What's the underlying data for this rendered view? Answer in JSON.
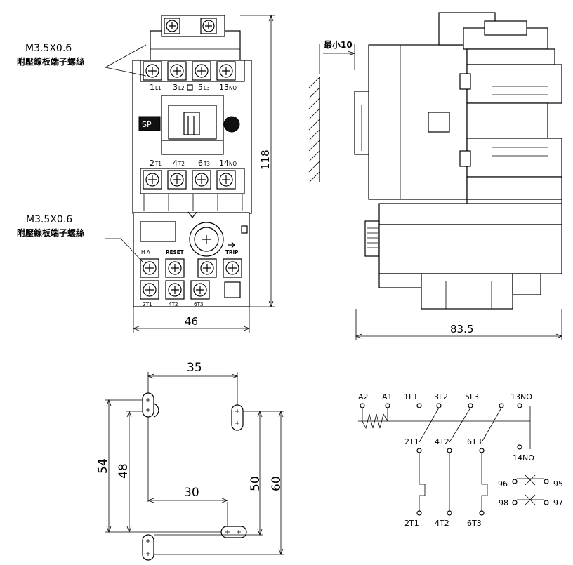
{
  "front_view": {
    "callout_top": {
      "spec": "M3.5X0.6",
      "desc": "附壓線板端子螺絲"
    },
    "callout_bottom": {
      "spec": "M3.5X0.6",
      "desc": "附壓線板端子螺絲"
    },
    "top_terminals": [
      "1",
      "3",
      "5",
      "13"
    ],
    "top_terminal_subs": [
      "L1",
      "L2",
      "L3",
      "NO"
    ],
    "bottom_terminals": [
      "2",
      "4",
      "6",
      "14"
    ],
    "bottom_terminal_subs": [
      "T1",
      "T2",
      "T3",
      "NO"
    ],
    "relay_labels": {
      "ha": "H A",
      "reset": "RESET",
      "trip": "TRIP"
    },
    "relay_terminals": [
      "2T1",
      "4T2",
      "6T3"
    ],
    "badge": "SP",
    "height_dim": "118",
    "width_dim": "46"
  },
  "side_view": {
    "min_clearance": "最小10",
    "depth_dim": "83.5"
  },
  "mounting": {
    "dims": {
      "top_width": "35",
      "inner_width": "30",
      "h54": "54",
      "h48": "48",
      "h50": "50",
      "h60": "60"
    }
  },
  "circuit": {
    "coil_labels": [
      "A2",
      "A1"
    ],
    "line_labels": [
      "1L1",
      "3L2",
      "5L3",
      "13NO"
    ],
    "mid_labels": [
      "2T1",
      "4T2",
      "6T3"
    ],
    "aux_nc": "14NO",
    "bottom_labels": [
      "2T1",
      "4T2",
      "6T3"
    ],
    "aux_labels": {
      "c96": "96",
      "c95": "95",
      "c98": "98",
      "c97": "97"
    }
  }
}
